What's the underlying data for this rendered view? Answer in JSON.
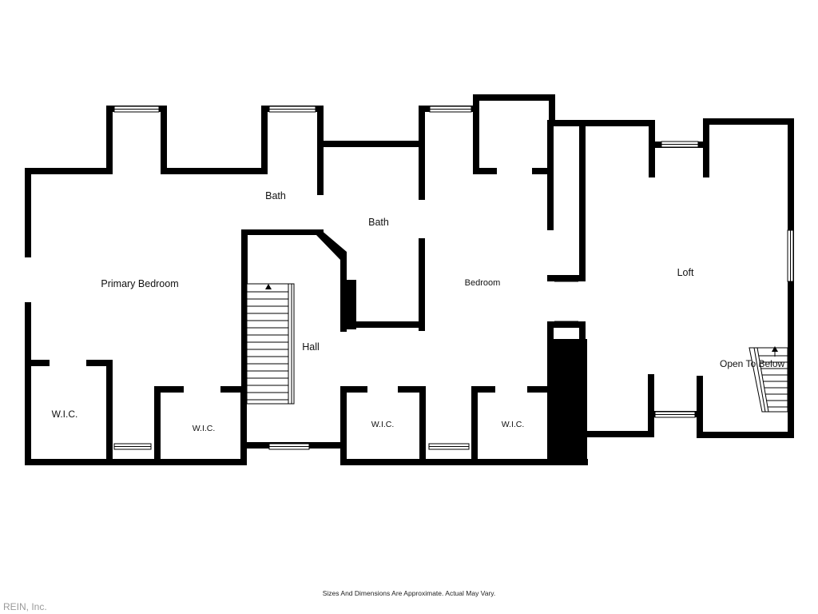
{
  "rooms": {
    "primary_bedroom": "Primary Bedroom",
    "bath_primary": "Bath",
    "bath_hall": "Bath",
    "hall": "Hall",
    "bedroom": "Bedroom",
    "loft": "Loft",
    "open_to_below": "Open To Below",
    "wic_primary": "W.I.C.",
    "wic_primary_2": "W.I.C.",
    "wic_hall": "W.I.C.",
    "wic_bedroom": "W.I.C."
  },
  "footer": {
    "disclaimer": "Sizes And Dimensions Are Approximate. Actual May Vary.",
    "watermark": "REIN, Inc."
  },
  "colors": {
    "walls": "#000000",
    "background": "#ffffff"
  }
}
